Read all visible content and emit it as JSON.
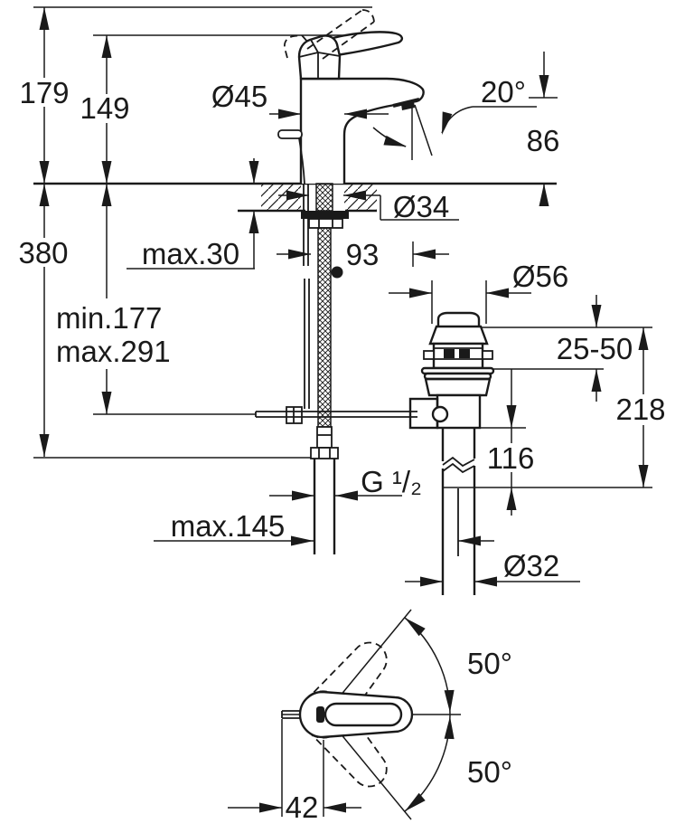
{
  "drawing": {
    "type": "faucet installation dimensional drawing",
    "colors": {
      "line": "#1a1a1a",
      "background": "#ffffff"
    },
    "views": {
      "side_view": "side elevation with mounting and pop-up waste",
      "top_view": "handle swing plan view"
    }
  },
  "dimensions": {
    "total_height": "179",
    "height_to_lever": "149",
    "base_diameter": "Ø45",
    "spout_angle": "20°",
    "outlet_height": "86",
    "hole_diameter": "Ø34",
    "max_deck_thickness": "max.30",
    "spout_reach": "93",
    "hose_length": "380",
    "rod_min": "min.177",
    "rod_max": "max.291",
    "waste_flange_diameter": "Ø56",
    "basin_thickness_range": "25-50",
    "waste_height": "218",
    "tailpipe_length": "116",
    "thread_size": "G ¹/₂",
    "max_side_distance": "max.145",
    "waste_pipe_diameter": "Ø32",
    "handle_swing_upper": "50°",
    "handle_swing_lower": "50°",
    "lever_front_offset": "42"
  }
}
